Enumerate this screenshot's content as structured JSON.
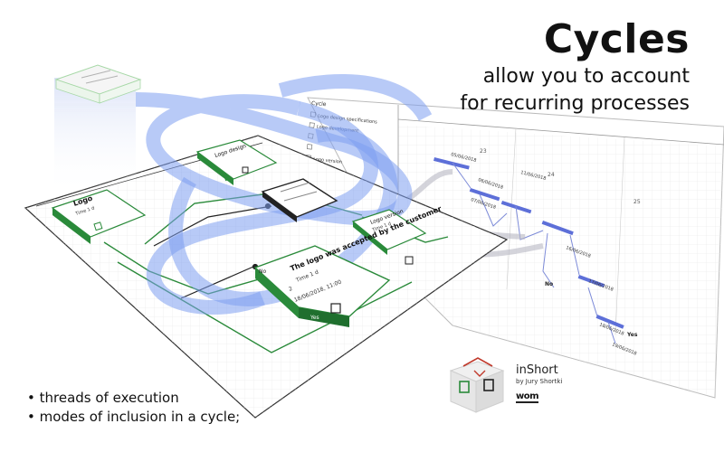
{
  "headline": {
    "title": "Cycles",
    "subtitle_line1": "allow you to account",
    "subtitle_line2": "for recurring processes"
  },
  "bullets": [
    "threads of execution",
    "modes of inclusion in a cycle;"
  ],
  "gantt": {
    "panel_title": "Cycle",
    "tasks": [
      "Logo design specifications",
      "Logo development",
      "Logo version"
    ],
    "day_headers": [
      "23",
      "24",
      "25"
    ],
    "date_labels": [
      "05/06/2018",
      "06/06/2018",
      "07/06/2018",
      "11/06/2018",
      "16/06/2018",
      "17/06/2018",
      "18/06/2018",
      "19/06/2018"
    ],
    "outcomes": [
      "No",
      "Yes"
    ]
  },
  "diagram": {
    "nodes": {
      "logo_dev": {
        "title": "Logo",
        "sub": "Time 1 d"
      },
      "design": {
        "title": "Logo design"
      },
      "version": {
        "title": "Logo version",
        "sub": "Time 1 d"
      },
      "check": {
        "title": "The logo was accepted by the customer",
        "time": "Time 1 d",
        "count": "2",
        "date": "18/06/2018, 11:00",
        "no_label": "No",
        "yes_label": "Yes"
      }
    }
  },
  "brand": {
    "name": "inShort",
    "by": "by Jury Shortki",
    "mark": "wom"
  },
  "colors": {
    "accent_blue": "#4f7de8",
    "cycle_blue": "#7e9ff0",
    "diagram_green": "#2a8a3a",
    "gantt_bar": "#5d6fd8"
  }
}
